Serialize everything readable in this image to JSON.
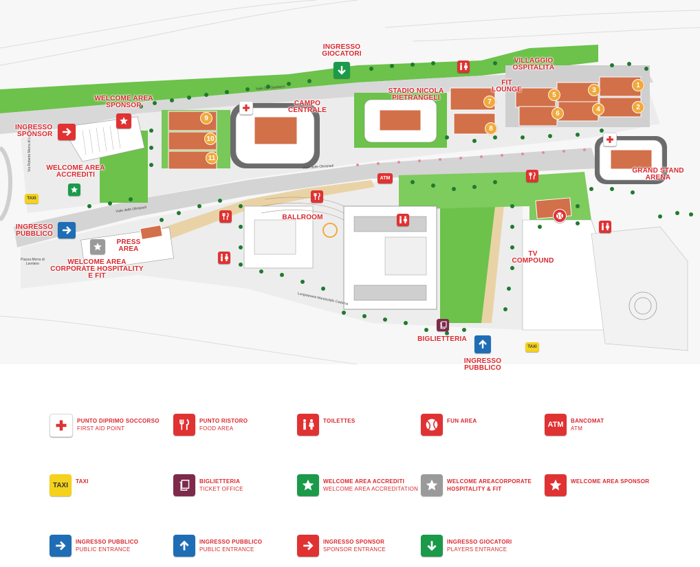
{
  "map_labels": {
    "ingresso_giocatori": "INGRESSO\nGIOCATORI",
    "stadio_nicola_pietrangeli": "STADIO NICOLA\nPIETRANGELI",
    "fit_lounge": "FIT\nLOUNGE",
    "villaggio_ospitalita": "VILLAGGIO\nOSPITALITÀ",
    "welcome_area_sponsor": "WELCOME AREA\nSPONSOR",
    "campo_centrale": "CAMPO\nCENTRALE",
    "ingresso_sponsor": "INGRESSO\nSPONSOR",
    "welcome_area_accrediti": "WELCOME AREA\nACCREDITI",
    "grand_stand_arena": "GRAND STAND\nARENA",
    "ballroom": "BALLROOM",
    "ingresso_pubblico_west": "INGRESSO\nPUBBLICO",
    "press_area": "PRESS\nAREA",
    "welcome_area_corporate": "WELCOME AREA\nCORPORATE HOSPITALITY\nE FIT",
    "tv_compound": "TV\nCOMPOUND",
    "biglietteria": "BIGLIETTERIA",
    "ingresso_pubblico_south": "INGRESSO\nPUBBLICO"
  },
  "streets": {
    "viale_dei_gladiatori": "Viale Dei Gladiatori",
    "viale_delle_olimpiadi_1": "Viale delle Olimpiadi",
    "viale_delle_olimpiadi_2": "Viale delle Olimpiadi",
    "lungotevere": "Lungotevere Maresciallo Cadorna",
    "via_roberto_morra": "Via Roberto Morra di Lavriano",
    "piazza_morra": "Piazza Morra di\nLavriano"
  },
  "icons": {
    "atm": "ATM",
    "taxi": "TAXI"
  },
  "court_numbers": [
    "1",
    "2",
    "3",
    "4",
    "5",
    "6",
    "7",
    "8",
    "9",
    "10",
    "11"
  ],
  "legend": [
    {
      "it": "PUNTO DIPRIMO SOCCORSO",
      "en": "FIRST AID POINT",
      "icon": "first-aid-icon"
    },
    {
      "it": "PUNTO RISTORO",
      "en": "FOOD AREA",
      "icon": "fork-knife-icon"
    },
    {
      "it": "TOILETTES",
      "en": "",
      "icon": "toilets-icon"
    },
    {
      "it": "FUN AREA",
      "en": "",
      "icon": "tennis-ball-icon"
    },
    {
      "it": "BANCOMAT",
      "en": "ATM",
      "icon": "atm-icon",
      "text": "ATM"
    },
    {
      "it": "TAXI",
      "en": "",
      "icon": "taxi-icon",
      "text": "TAXI"
    },
    {
      "it": "BIGLIETTERIA",
      "en": "TICKET OFFICE",
      "icon": "ticket-icon"
    },
    {
      "it": "WELCOME AREA ACCREDITI",
      "en": "WELCOME AREA ACCREDITATION",
      "icon": "star-green-icon"
    },
    {
      "it": "WELCOME AREACORPORATE",
      "en": "HOSPITALITY & FIT",
      "icon": "star-grey-icon"
    },
    {
      "it": "WELCOME AREA SPONSOR",
      "en": "",
      "icon": "star-red-icon"
    },
    {
      "it": "INGRESSO PUBBLICO",
      "en": "PUBLIC ENTRANCE",
      "icon": "arrow-right-blue-icon"
    },
    {
      "it": "INGRESSO PUBBLICO",
      "en": "PUBLIC ENTRANCE",
      "icon": "arrow-up-blue-icon"
    },
    {
      "it": "INGRESSO SPONSOR",
      "en": "SPONSOR ENTRANCE",
      "icon": "arrow-right-red-icon"
    },
    {
      "it": "INGRESSO GIOCATORI",
      "en": "PLAYERS ENTRANCE",
      "icon": "arrow-down-green-icon"
    }
  ],
  "colors": {
    "label_red": "#d9262c",
    "grass": "#6cc24a",
    "court_clay": "#d2704a",
    "court_circle": "#f2a93b",
    "road": "#d8d8d8",
    "path": "#e9d3a6"
  }
}
